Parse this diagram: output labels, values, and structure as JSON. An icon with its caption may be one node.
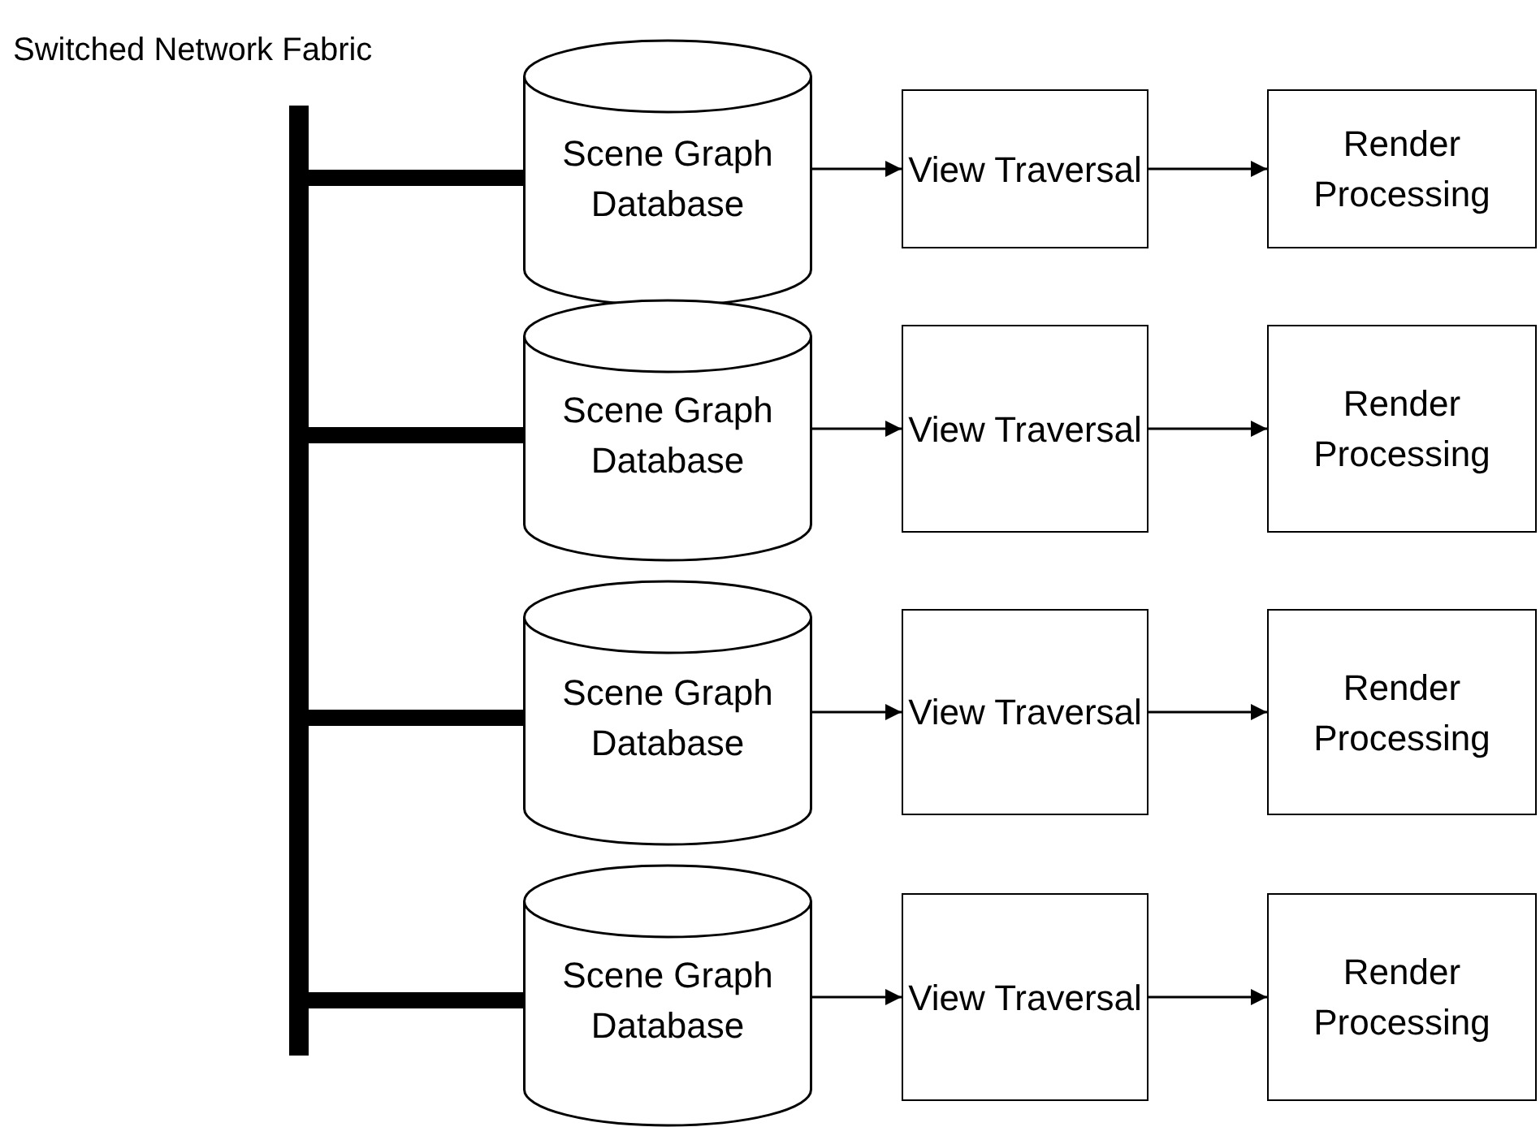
{
  "diagram": {
    "nodes": [
      {
        "text": [],
        "shape": "bar",
        "beside": [
          "Switched Network Fabric"
        ]
      },
      {
        "text": [
          "Scene Graph Database"
        ]
      },
      {
        "text": [
          "View Traversal"
        ]
      },
      {
        "text": [
          "Render Processing"
        ]
      },
      {
        "text": [
          "Scene Graph Database"
        ]
      },
      {
        "text": [
          "View Traversal"
        ]
      },
      {
        "text": [
          "Render Processing"
        ]
      },
      {
        "text": [
          "Scene Graph Database"
        ]
      },
      {
        "text": [
          "View Traversal"
        ]
      },
      {
        "text": [
          "Render Processing"
        ]
      },
      {
        "text": [
          "Scene Graph Database"
        ]
      },
      {
        "text": [
          "View Traversal"
        ]
      },
      {
        "text": [
          "Render Processing"
        ]
      }
    ],
    "edges": [
      {
        "from": 0,
        "to": 1,
        "arrow": "none",
        "style": "thick"
      },
      {
        "from": 1,
        "to": 2,
        "arrow": "to"
      },
      {
        "from": 2,
        "to": 3,
        "arrow": "to"
      },
      {
        "from": 0,
        "to": 4,
        "arrow": "none",
        "style": "thick"
      },
      {
        "from": 4,
        "to": 5,
        "arrow": "to"
      },
      {
        "from": 5,
        "to": 6,
        "arrow": "to"
      },
      {
        "from": 0,
        "to": 7,
        "arrow": "none",
        "style": "thick"
      },
      {
        "from": 7,
        "to": 8,
        "arrow": "to"
      },
      {
        "from": 8,
        "to": 9,
        "arrow": "to"
      },
      {
        "from": 0,
        "to": 10,
        "arrow": "none",
        "style": "thick"
      },
      {
        "from": 10,
        "to": 11,
        "arrow": "to"
      },
      {
        "from": 11,
        "to": 12,
        "arrow": "to"
      }
    ]
  }
}
